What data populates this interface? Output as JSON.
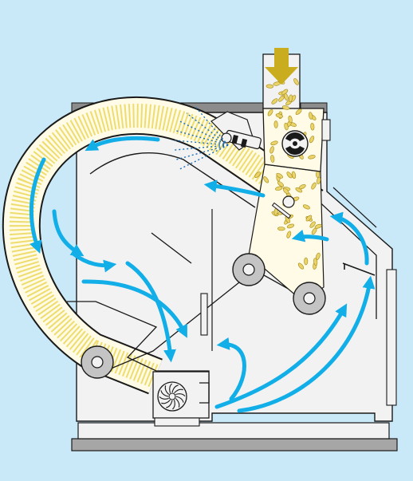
{
  "diagram": {
    "colors": {
      "background": "#c9e9f8",
      "machine_body": "#f2f2f2",
      "outline": "#1a1a1a",
      "frame_gray": "#8c8c8c",
      "base_plate": "#a6a6a6",
      "air_arrow": "#12aee8",
      "feed_arrow": "#c9ad1e",
      "grain_fill": "#e9d36a",
      "grain_stroke": "#a38a17",
      "fine_grain": "#eedd6e",
      "spray": "#1d6fb8"
    },
    "components": [
      "feed-hopper",
      "feed-rotor",
      "spray-nozzle",
      "conveyor-belt",
      "drive-rollers",
      "fan",
      "airflow-arrows",
      "product-outlet"
    ]
  }
}
